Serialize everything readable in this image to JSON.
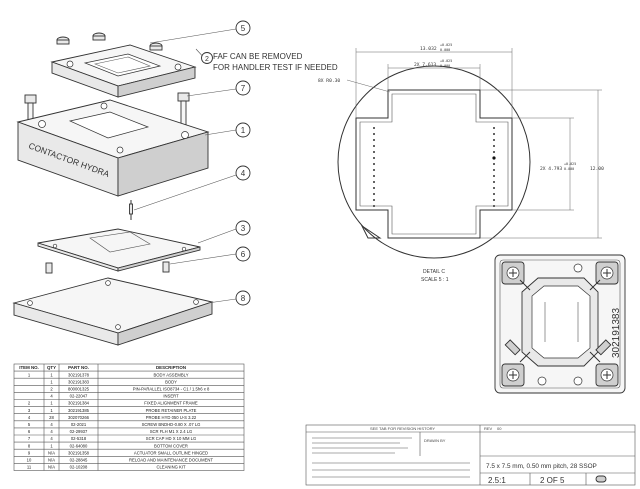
{
  "callouts": [
    "5",
    "2",
    "7",
    "1",
    "4",
    "3",
    "6",
    "8"
  ],
  "faf_note": [
    "FAF CAN BE REMOVED",
    "FOR HANDLER TEST IF NEEDED"
  ],
  "body_label": "CONTACTOR HYDRA",
  "detail_dims": {
    "top": "13.032",
    "top_tol": [
      "+0.025",
      "0.000"
    ],
    "mid": "2X 7.613",
    "mid_tol": [
      "+0.025",
      "0.000"
    ],
    "radius": "8X R0.30",
    "side": "2X 4.793",
    "side_tol": [
      "+0.025",
      "0.000"
    ],
    "height": "12.00"
  },
  "detail_label": [
    "DETAIL C",
    "SCALE 5 : 1"
  ],
  "part_mark": "302191383",
  "bom": {
    "headers": [
      "ITEM NO.",
      "QTY",
      "PART NO.",
      "DESCRIPTION"
    ],
    "rows": [
      [
        "1",
        "1",
        "302191378",
        "BODY ASSEMBLY"
      ],
      [
        "",
        "1",
        "302191383",
        "BODY"
      ],
      [
        "",
        "2",
        "800001325",
        "PIN-PARALLEL ISO8734 - C1 / 1.5h6 x 8"
      ],
      [
        "",
        "4",
        "02-22047",
        "INSERT"
      ],
      [
        "2",
        "1",
        "302191384",
        "FIXED ALIGNMENT FRAME"
      ],
      [
        "3",
        "1",
        "302191385",
        "PROBE RETAINER PLATE"
      ],
      [
        "4",
        "28",
        "302070266",
        "PROBE HYD 050 U-S 3.22"
      ],
      [
        "5",
        "4",
        "02-2021",
        "SCREW BNDHD-0.80 X .07 LG"
      ],
      [
        "6",
        "4",
        "02-29937",
        "SCR FLH M1 X 2.4 LG"
      ],
      [
        "7",
        "4",
        "02-5318",
        "SCR CAP HD X 10 MM LG"
      ],
      [
        "8",
        "1",
        "02-64080",
        "BOTTOM COVER"
      ],
      [
        "9",
        "N/A",
        "302191358",
        "ACTUATOR SMALL OUTLINE HINGED"
      ],
      [
        "10",
        "N/A",
        "02-28845",
        "RELOAD AND MAINTENANCE DOCUMENT"
      ],
      [
        "11",
        "N/A",
        "02-10208",
        "CLEANING KIT"
      ]
    ]
  },
  "title_block": {
    "description": "7.5 x 7.5 mm, 0.50 mm pitch, 28 SSOP",
    "scale": "2.5:1",
    "sheet": "2 OF 5",
    "history_note": "SEE TAB FOR REVISION HISTORY",
    "rev_label": "REV",
    "rev_value": "00",
    "drawn_label": "DRAWN BY"
  },
  "colors": {
    "line": "#333333",
    "part_fill": "#e9e9e9",
    "part_shade": "#cfcfcf"
  }
}
